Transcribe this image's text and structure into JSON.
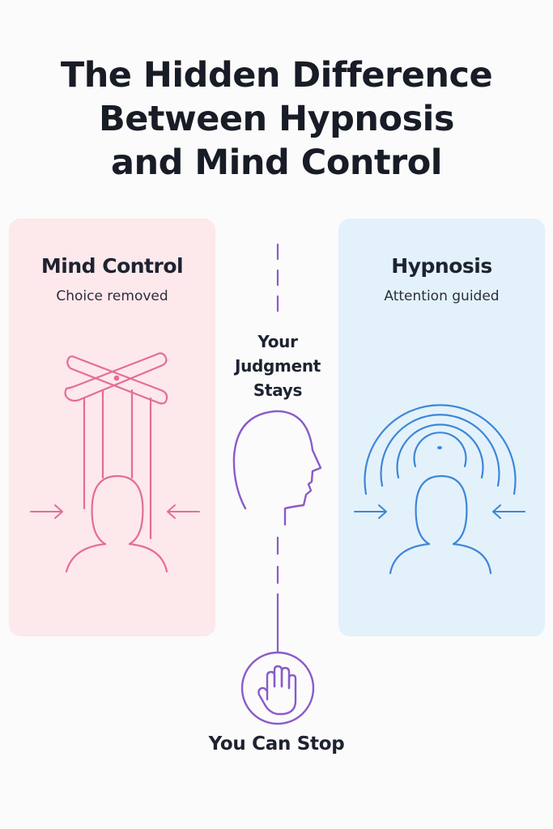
{
  "title": {
    "line1": "The Hidden Difference",
    "line2": "Between Hypnosis",
    "line3": "and Mind Control"
  },
  "left_panel": {
    "heading": "Mind Control",
    "subtitle": "Choice removed",
    "accent_color": "#e46d97",
    "background": "#fde8ec",
    "icon": "puppet-strings-icon"
  },
  "right_panel": {
    "heading": "Hypnosis",
    "subtitle": "Attention guided",
    "accent_color": "#3d86d8",
    "background": "#e3f1fb",
    "icon": "concentric-arcs-icon"
  },
  "center": {
    "label_line1": "Your",
    "label_line2": "Judgment",
    "label_line3": "Stays",
    "accent_color": "#8a5bc9",
    "icon": "head-profile-icon"
  },
  "stop": {
    "label": "You Can Stop",
    "icon": "raised-hand-icon"
  }
}
